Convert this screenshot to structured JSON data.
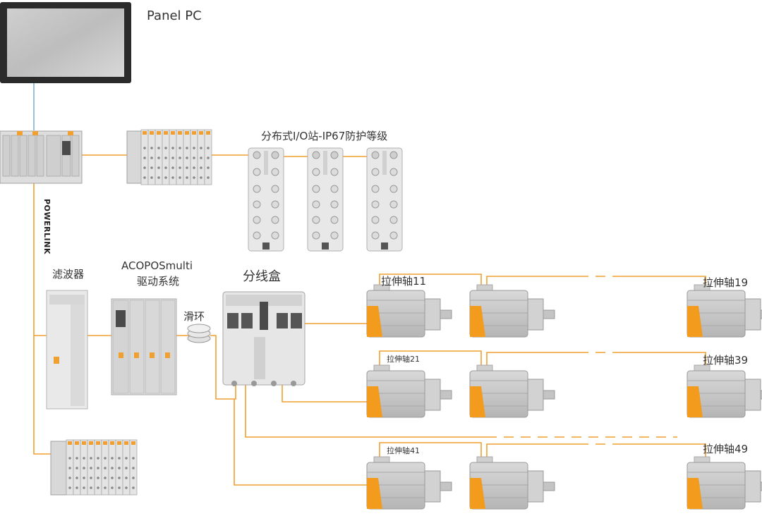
{
  "labels": {
    "panel_pc": "Panel PC",
    "io_station": "分布式I/O站-IP67防护等级",
    "powerlink": "POWERLINK",
    "filter": "滤波器",
    "acopos_line1": "ACOPOSmulti",
    "acopos_line2": "驱动系统",
    "slip_ring": "滑环",
    "junction_box": "分线盒",
    "axis_11": "拉伸轴11",
    "axis_19": "拉伸轴19",
    "axis_21": "拉伸轴21",
    "axis_39": "拉伸轴39",
    "axis_41": "拉伸轴41",
    "axis_49": "拉伸轴49"
  },
  "colors": {
    "orange_cable": "#f0a030",
    "blue_cable": "#7fb2d6",
    "device_gray": "#c9c9c9",
    "device_light": "#e6e6e6",
    "motor_orange": "#f29b1d"
  }
}
